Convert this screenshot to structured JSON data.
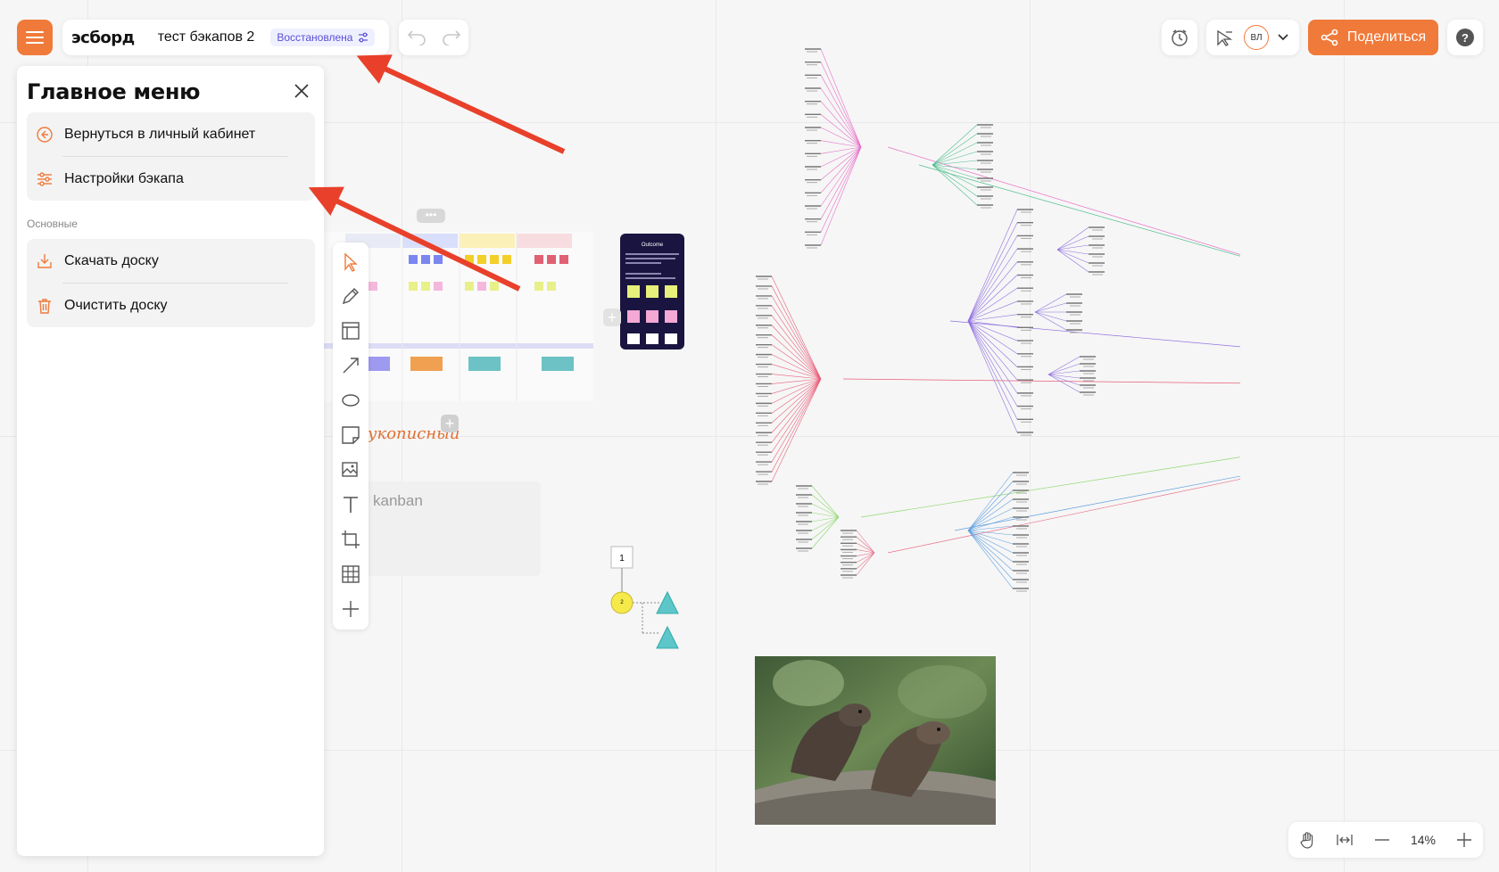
{
  "topbar": {
    "logo": "эсборд",
    "board_name": "тест бэкапов 2",
    "status_badge": "Восстановлена",
    "avatar_initials": "ВЛ",
    "share_label": "Поделиться",
    "help_label": "?"
  },
  "main_menu": {
    "title": "Главное меню",
    "group1": [
      {
        "label": "Вернуться в личный кабинет",
        "icon": "arrow-left-circle-icon"
      },
      {
        "label": "Настройки бэкапа",
        "icon": "sliders-icon"
      }
    ],
    "section_label": "Основные",
    "group2": [
      {
        "label": "Скачать доску",
        "icon": "download-icon"
      },
      {
        "label": "Очистить доску",
        "icon": "trash-icon"
      }
    ]
  },
  "board": {
    "kanban_label": "kanban",
    "handwritten_text": "укописный",
    "phone_title": "Outcome",
    "flow_node_1": "1",
    "flow_node_2": "2"
  },
  "bottom_bar": {
    "zoom": "14%"
  },
  "colors": {
    "accent": "#f07a3a",
    "badge_text": "#5b4ed6",
    "badge_bg": "#eef0ff",
    "annotation_arrow": "#e8402a"
  }
}
